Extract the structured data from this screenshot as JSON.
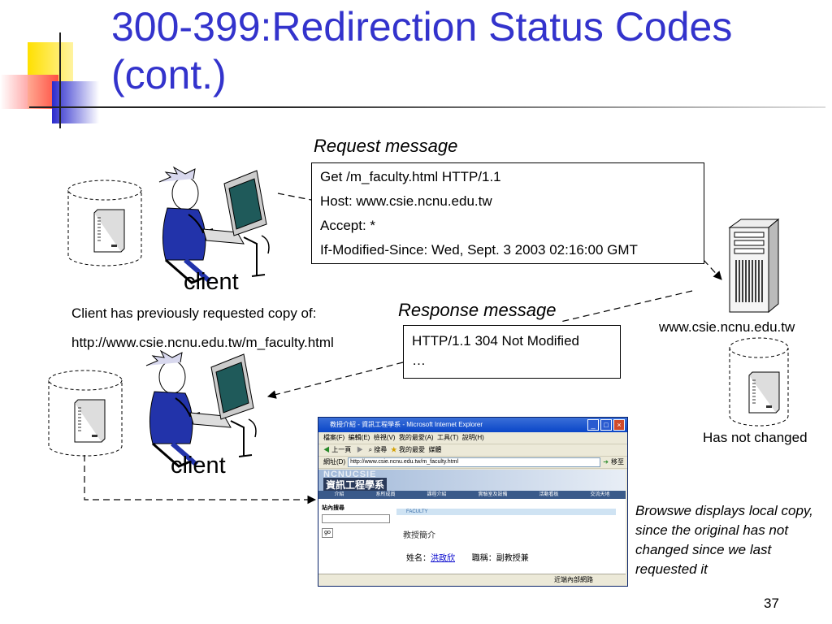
{
  "title": "300-399:Redirection Status Codes (cont.)",
  "request_label": "Request message",
  "request_lines": [
    "Get /m_faculty.html HTTP/1.1",
    "Host: www.csie.ncnu.edu.tw",
    "Accept: *",
    "If-Modified-Since: Wed, Sept. 3 2003 02:16:00 GMT"
  ],
  "response_label": "Response message",
  "response_lines": [
    "HTTP/1.1 304 Not Modified",
    "…"
  ],
  "client_label_top": "client",
  "client_label_bottom": "client",
  "client_note_1": "Client has previously requested copy of:",
  "client_note_2": "http://www.csie.ncnu.edu.tw/m_faculty.html",
  "server_label": "www.csie.ncnu.edu.tw",
  "server_cache_label": "Has not changed",
  "browser_caption": "Browswe displays local copy, since the original has not changed since we last requested it",
  "page_number": "37",
  "browser": {
    "window_title": "教授介紹 - 資訊工程學系 - Microsoft Internet Explorer",
    "menu": [
      "檔案(F)",
      "編輯(E)",
      "檢視(V)",
      "我的最愛(A)",
      "工具(T)",
      "說明(H)"
    ],
    "toolbar": [
      "上一頁",
      "搜尋",
      "我的最愛",
      "媒體"
    ],
    "address_label": "網址(D)",
    "address": "http://www.csie.ncnu.edu.tw/m_faculty.html",
    "go_label": "移至",
    "site_logo": "NCNUCSIE",
    "site_name": "資訊工程學系",
    "nav": [
      "介紹",
      "系所成員",
      "課程介紹",
      "實驗室及設備",
      "活動看板",
      "交流天地"
    ],
    "search_label": "站內搜尋",
    "go_button": "go",
    "faculty_banner": "FACULTY",
    "section_title": "教授簡介",
    "name_label": "姓名：",
    "name_value": "洪政欣",
    "position": "職稱：副教授兼",
    "status": "近端內部網路"
  },
  "colors": {
    "title": "#3333cc",
    "accent_blue": "#3333cc",
    "deco_yellow": "#ffd700",
    "deco_red": "#ff4b4b"
  }
}
